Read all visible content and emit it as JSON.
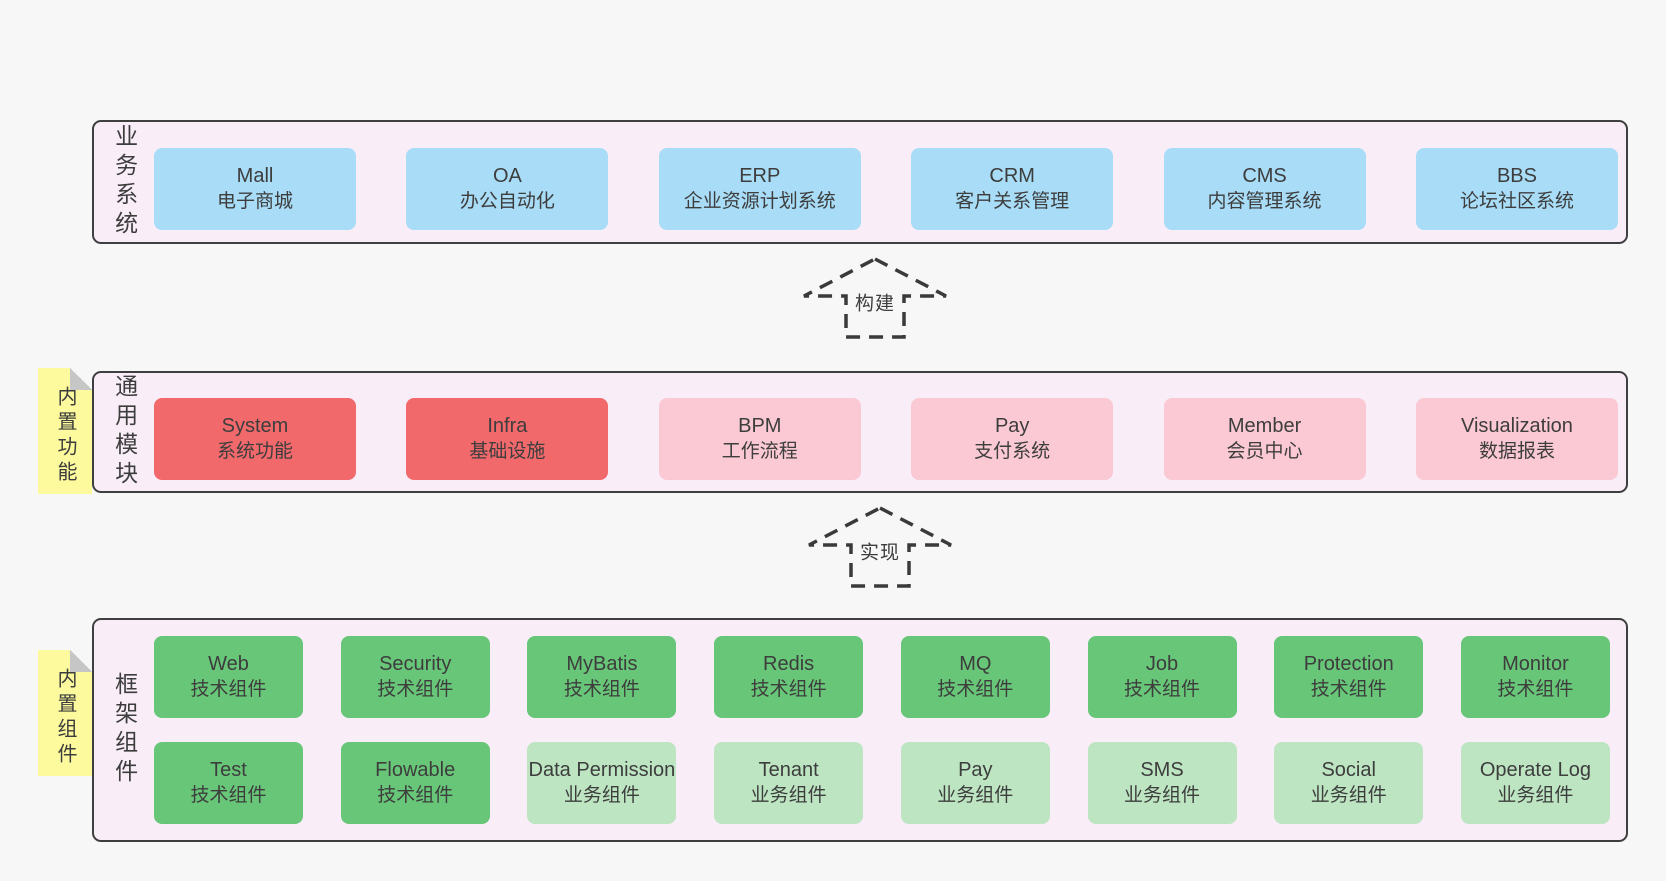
{
  "colors": {
    "page_bg": "#f7f7f7",
    "layer_bg": "#f9eef8",
    "layer_border": "#3f3f3f",
    "text": "#3d3d3d",
    "blue": "#a8dcf7",
    "red": "#f2696c",
    "pink": "#fac9d4",
    "green": "#68c678",
    "lightgreen": "#bde5c2",
    "note_bg": "#fcfa9d",
    "note_fold": "#c6c6c6",
    "arrow": "#3a3a3a"
  },
  "layers": [
    {
      "label": "业务系统",
      "boxes": [
        {
          "title": "Mall",
          "subtitle": "电子商城",
          "color": "blue"
        },
        {
          "title": "OA",
          "subtitle": "办公自动化",
          "color": "blue"
        },
        {
          "title": "ERP",
          "subtitle": "企业资源计划系统",
          "color": "blue"
        },
        {
          "title": "CRM",
          "subtitle": "客户关系管理",
          "color": "blue"
        },
        {
          "title": "CMS",
          "subtitle": "内容管理系统",
          "color": "blue"
        },
        {
          "title": "BBS",
          "subtitle": "论坛社区系统",
          "color": "blue"
        }
      ]
    },
    {
      "label": "通用模块",
      "note": "内置功能",
      "boxes": [
        {
          "title": "System",
          "subtitle": "系统功能",
          "color": "red"
        },
        {
          "title": "Infra",
          "subtitle": "基础设施",
          "color": "red"
        },
        {
          "title": "BPM",
          "subtitle": "工作流程",
          "color": "pink"
        },
        {
          "title": "Pay",
          "subtitle": "支付系统",
          "color": "pink"
        },
        {
          "title": "Member",
          "subtitle": "会员中心",
          "color": "pink"
        },
        {
          "title": "Visualization",
          "subtitle": "数据报表",
          "color": "pink"
        }
      ]
    },
    {
      "label": "框架组件",
      "note": "内置组件",
      "rows": [
        [
          {
            "title": "Web",
            "subtitle": "技术组件",
            "color": "green"
          },
          {
            "title": "Security",
            "subtitle": "技术组件",
            "color": "green"
          },
          {
            "title": "MyBatis",
            "subtitle": "技术组件",
            "color": "green"
          },
          {
            "title": "Redis",
            "subtitle": "技术组件",
            "color": "green"
          },
          {
            "title": "MQ",
            "subtitle": "技术组件",
            "color": "green"
          },
          {
            "title": "Job",
            "subtitle": "技术组件",
            "color": "green"
          },
          {
            "title": "Protection",
            "subtitle": "技术组件",
            "color": "green"
          },
          {
            "title": "Monitor",
            "subtitle": "技术组件",
            "color": "green"
          }
        ],
        [
          {
            "title": "Test",
            "subtitle": "技术组件",
            "color": "green"
          },
          {
            "title": "Flowable",
            "subtitle": "技术组件",
            "color": "green"
          },
          {
            "title": "Data Permission",
            "subtitle": "业务组件",
            "color": "lightgreen"
          },
          {
            "title": "Tenant",
            "subtitle": "业务组件",
            "color": "lightgreen"
          },
          {
            "title": "Pay",
            "subtitle": "业务组件",
            "color": "lightgreen"
          },
          {
            "title": "SMS",
            "subtitle": "业务组件",
            "color": "lightgreen"
          },
          {
            "title": "Social",
            "subtitle": "业务组件",
            "color": "lightgreen"
          },
          {
            "title": "Operate Log",
            "subtitle": "业务组件",
            "color": "lightgreen"
          }
        ]
      ]
    }
  ],
  "arrows": [
    {
      "label": "构建"
    },
    {
      "label": "实现"
    }
  ]
}
